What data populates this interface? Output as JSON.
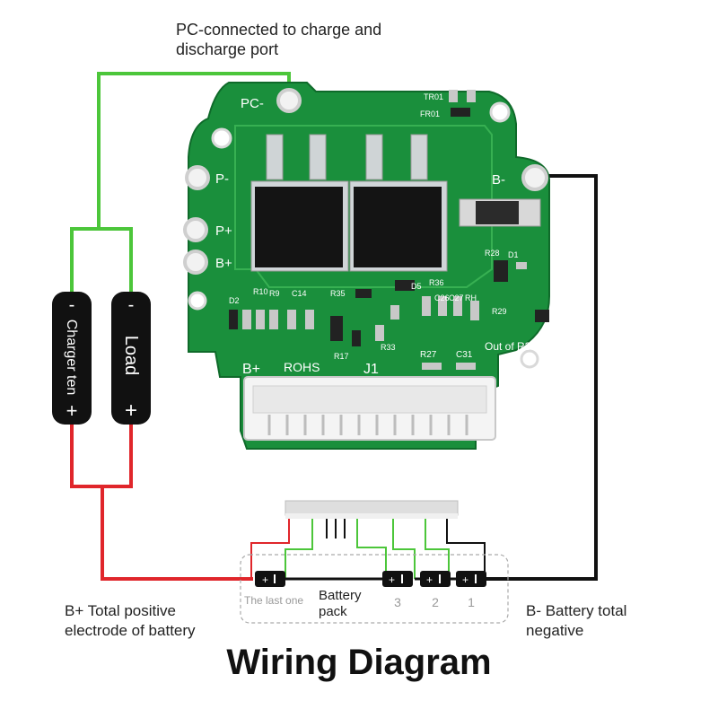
{
  "labels": {
    "pc_port": "PC-connected to charge and discharge port",
    "b_plus_total": "B+ Total positive electrode of battery",
    "b_minus_total": "B- Battery total negative",
    "battery_pack": "Battery pack",
    "last_one": "The last one",
    "title": "Wiring Diagram"
  },
  "cells": [
    "3",
    "2",
    "1"
  ],
  "terminals": {
    "charger": {
      "neg": "-",
      "label": "Charger ten",
      "pos": "+"
    },
    "load": {
      "neg": "-",
      "label": "Load",
      "pos": "+"
    }
  },
  "pcb": {
    "pc_minus": "PC-",
    "p_minus": "P-",
    "p_plus": "P+",
    "b_plus_pad": "B+",
    "b_minus": "B-",
    "b_plus_bottom": "B+",
    "rohs": "ROHS",
    "j1": "J1",
    "out_of": "Out of R30",
    "silk": [
      "TR01",
      "FR01",
      "R28",
      "D1",
      "R29",
      "R35",
      "D5",
      "R36",
      "C26",
      "C27",
      "RH",
      "D2",
      "R10",
      "R9",
      "C14",
      "R17",
      "R33",
      "R27",
      "C31"
    ]
  },
  "colors": {
    "pcb_green": "#1a8f3c",
    "wire_green": "#4cc63a",
    "wire_red": "#e0262b",
    "wire_black": "#111111"
  }
}
